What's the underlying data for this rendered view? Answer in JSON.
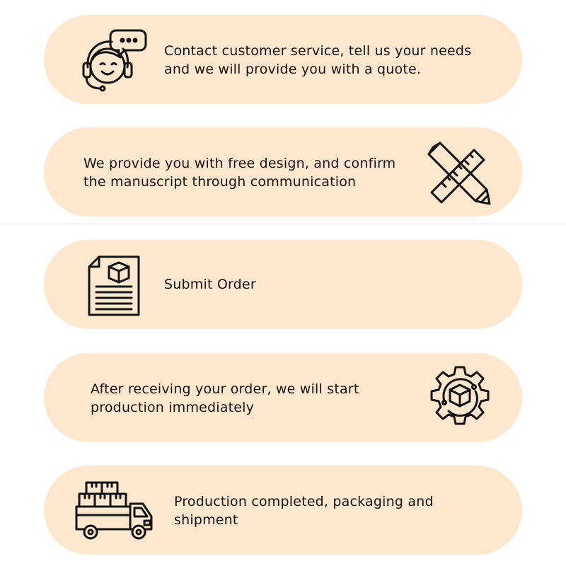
{
  "theme": {
    "card_color": "#fde8cf",
    "ink_color": "#141414"
  },
  "steps": [
    {
      "icon": "customer-service-icon",
      "text_line1": "Contact customer service, tell us your needs",
      "text_line2": "and we will provide you with a quote."
    },
    {
      "icon": "pencil-ruler-icon",
      "text_line1": "We provide you with free design, and confirm",
      "text_line2": "the manuscript through communication"
    },
    {
      "icon": "order-document-icon",
      "text_line1": "Submit Order",
      "text_line2": ""
    },
    {
      "icon": "production-gear-icon",
      "text_line1": "After receiving your order, we will start",
      "text_line2": "production immediately"
    },
    {
      "icon": "delivery-truck-icon",
      "text_line1": "Production completed, packaging and",
      "text_line2": "shipment"
    }
  ]
}
